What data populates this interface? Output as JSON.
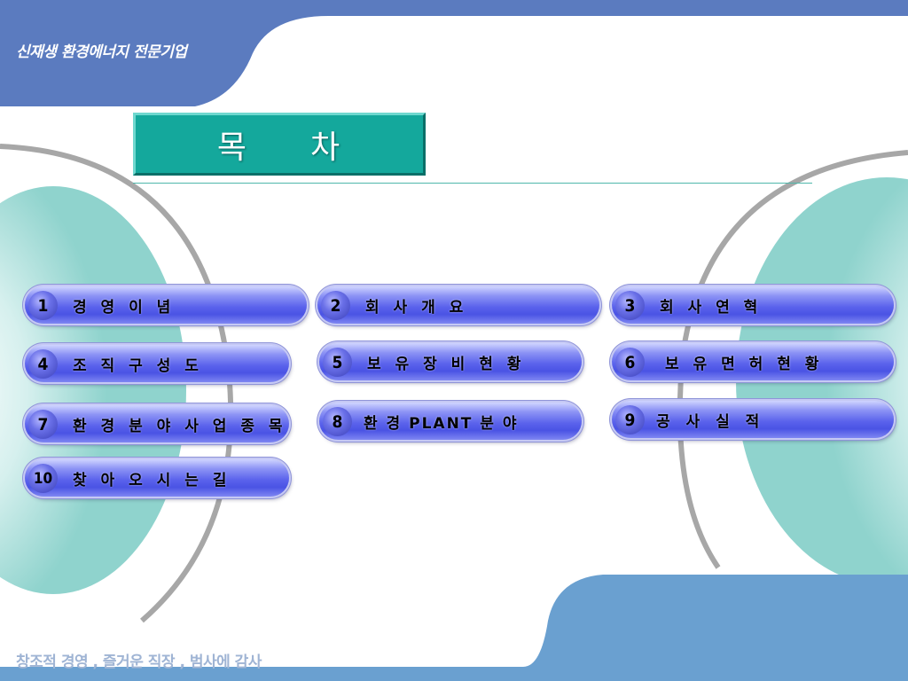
{
  "header": {
    "tagline": "신재생 환경에너지 전문기업"
  },
  "title": {
    "first": "목",
    "second": "차"
  },
  "menu": [
    {
      "num": "1",
      "label": "경 영 이 념"
    },
    {
      "num": "2",
      "label": "회 사 개 요"
    },
    {
      "num": "3",
      "label": "회 사 연 혁"
    },
    {
      "num": "4",
      "label": "조 직 구 성 도"
    },
    {
      "num": "5",
      "label": "보 유 장 비 현 황"
    },
    {
      "num": "6",
      "label": "보 유 면 허 현 황"
    },
    {
      "num": "7",
      "label": "환 경 분 야 사 업 종 목"
    },
    {
      "num": "8",
      "label": "환 경 PLANT 분 야"
    },
    {
      "num": "9",
      "label": "공  사  실  적"
    },
    {
      "num": "10",
      "label": "찾 아 오 시 는  길"
    }
  ],
  "footer": {
    "slogan": "창조적 경영 , 즐거운 직장 , 범사에 감사"
  },
  "colors": {
    "header_blue": "#5b7bbf",
    "title_teal": "#14a89c",
    "pill_blue": "#5b63ec",
    "footer_blue": "#6aa0d0",
    "circle_teal": "#cfeeec"
  }
}
